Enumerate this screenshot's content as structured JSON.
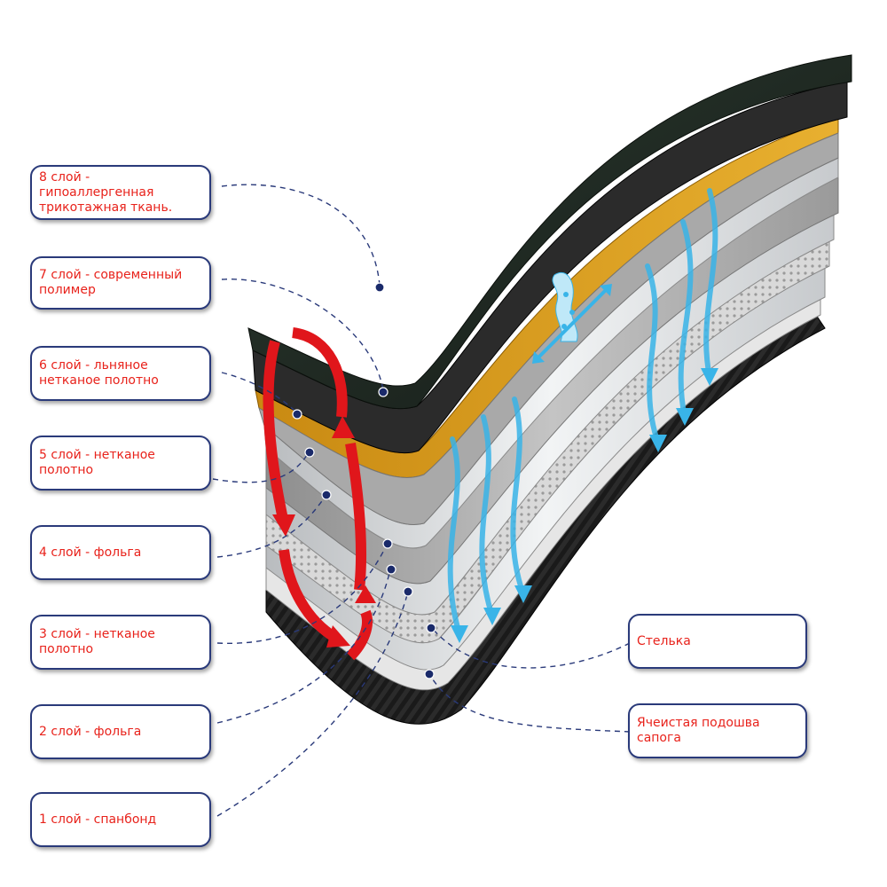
{
  "labels": {
    "layer8": "8 слой -\nгипоаллергенная\nтрикотажная ткань.",
    "layer7": "7 слой - современный\nполимер",
    "layer6": "6 слой - льняное\nнетканое полотно",
    "layer5": "5 слой - нетканое\nполотно",
    "layer4": "4 слой - фольга",
    "layer3": "3 слой - нетканое\nполотно",
    "layer2": "2 слой - фольга",
    "layer1": "1 слой - спанбонд",
    "insole": "Стелька",
    "sole": "Ячеистая подошва\nсапога"
  },
  "colors": {
    "label_text": "#e8221b",
    "label_border": "#2a3a7a",
    "heat_arrow": "#e0161b",
    "moisture_arrow": "#39b4e8",
    "top_fabric": "#1f2a22",
    "polymer": "#2a2a2a",
    "linen": "#d99a1e",
    "nonwoven": "#9a9a9a",
    "foil": "#cfd3d6",
    "sole": "#151515"
  }
}
